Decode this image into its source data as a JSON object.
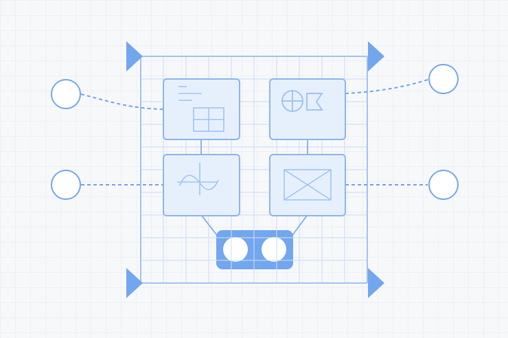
{
  "colors": {
    "background": "#f7f8fa",
    "background_grid": "#e3e7ee",
    "frame_line": "#9fc3f2",
    "inner_grid": "#cfe0f7",
    "card_fill": "#e6f0fd",
    "card_stroke": "#8ab5ee",
    "accent": "#72a6ee",
    "node_fill": "#ffffff",
    "connector": "#6fa3ea"
  },
  "diagram": {
    "frame_markers": [
      "triangle-marker",
      "triangle-marker",
      "triangle-marker",
      "triangle-marker"
    ],
    "cards": [
      {
        "id": "text-image-card",
        "icon": "text-lines-and-image-icon"
      },
      {
        "id": "shapes-card",
        "icon": "circle-cross-and-flag-icon"
      },
      {
        "id": "waveform-card",
        "icon": "sine-wave-axis-icon"
      },
      {
        "id": "image-placeholder-card",
        "icon": "image-placeholder-icon"
      }
    ],
    "outer_nodes": [
      "node-left-top",
      "node-left-bottom",
      "node-right-top",
      "node-right-bottom"
    ],
    "bottom_component": {
      "id": "dual-port-module",
      "icon": "two-port-connector-icon"
    }
  }
}
